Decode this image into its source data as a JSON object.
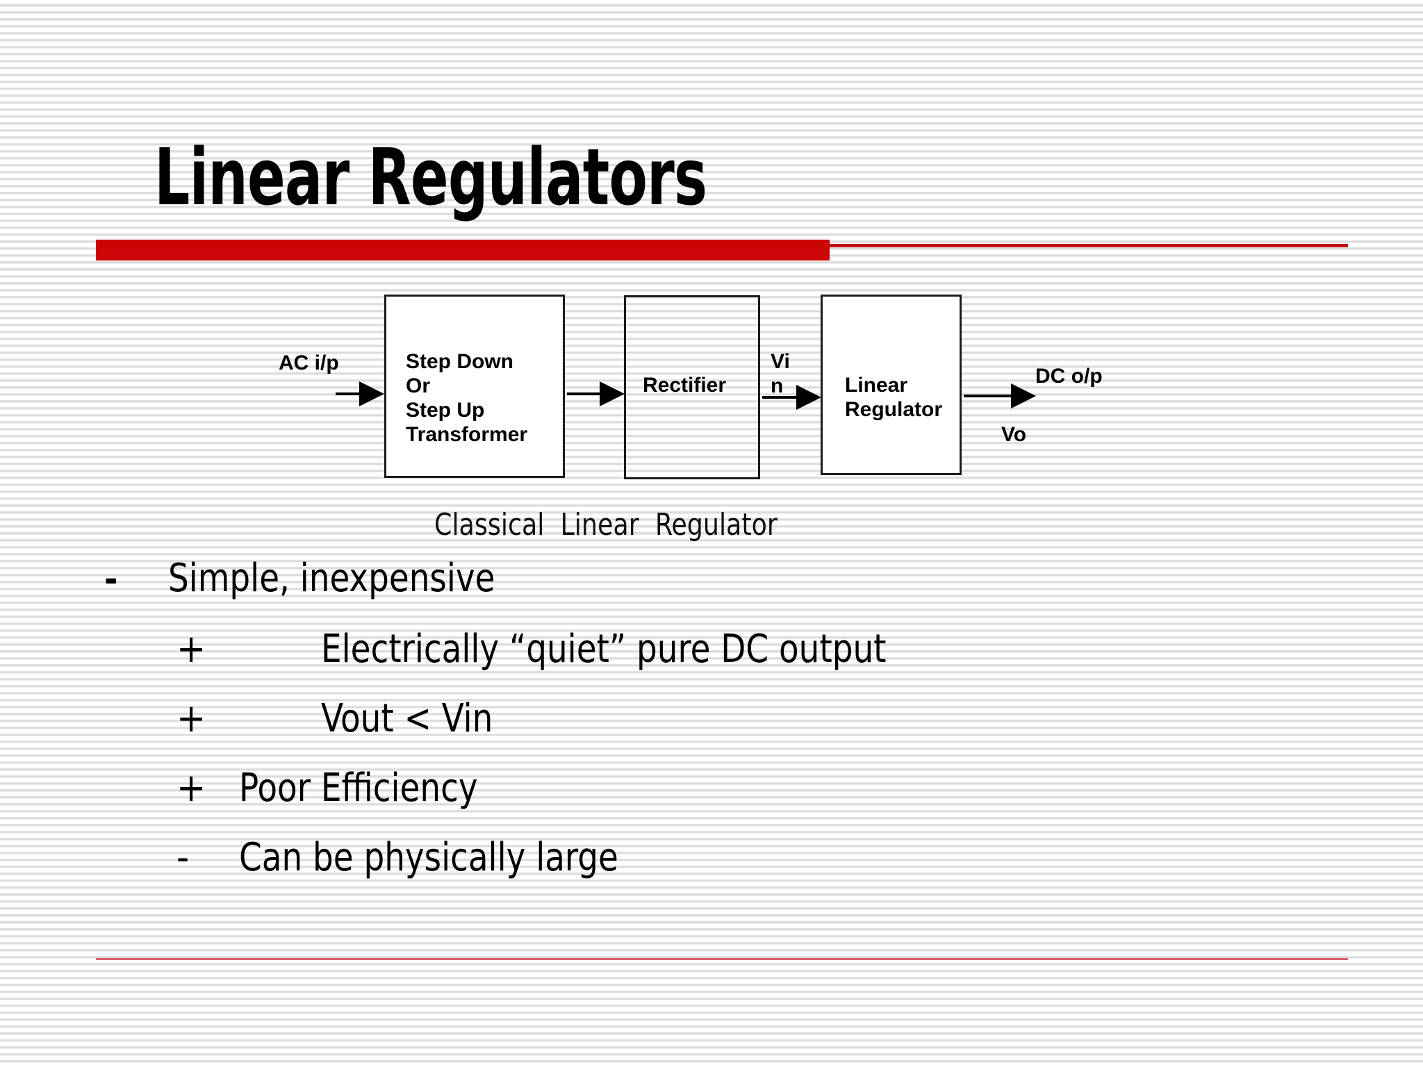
{
  "slide": {
    "title": "Linear Regulators",
    "accent_color": "#cc0606",
    "rule_color": "#d4656a",
    "background": "#ffffff"
  },
  "diagram": {
    "caption": "Classical  Linear  Regulator",
    "boxes": [
      {
        "id": "transformer",
        "label": "Step Down\nOr\nStep Up\nTransformer",
        "filled": true
      },
      {
        "id": "rectifier",
        "label": "Rectifier",
        "filled": false
      },
      {
        "id": "linear_regulator",
        "label": "Linear\nRegulator",
        "filled": true
      }
    ],
    "labels": {
      "input": "AC i/p",
      "vin": "Vi\nn",
      "output": "DC o/p",
      "vo": "Vo"
    }
  },
  "bullets": [
    {
      "mark": "-",
      "text": "Simple, inexpensive",
      "level": 1
    },
    {
      "mark": "+",
      "text": "Electrically “quiet” pure DC output",
      "level": 2
    },
    {
      "mark": "+",
      "text": "Vout < Vin",
      "level": 2
    },
    {
      "mark": "+",
      "text": "Poor Efficiency",
      "level": 3
    },
    {
      "mark": "-",
      "text": "Can be physically large",
      "level": 3
    }
  ]
}
